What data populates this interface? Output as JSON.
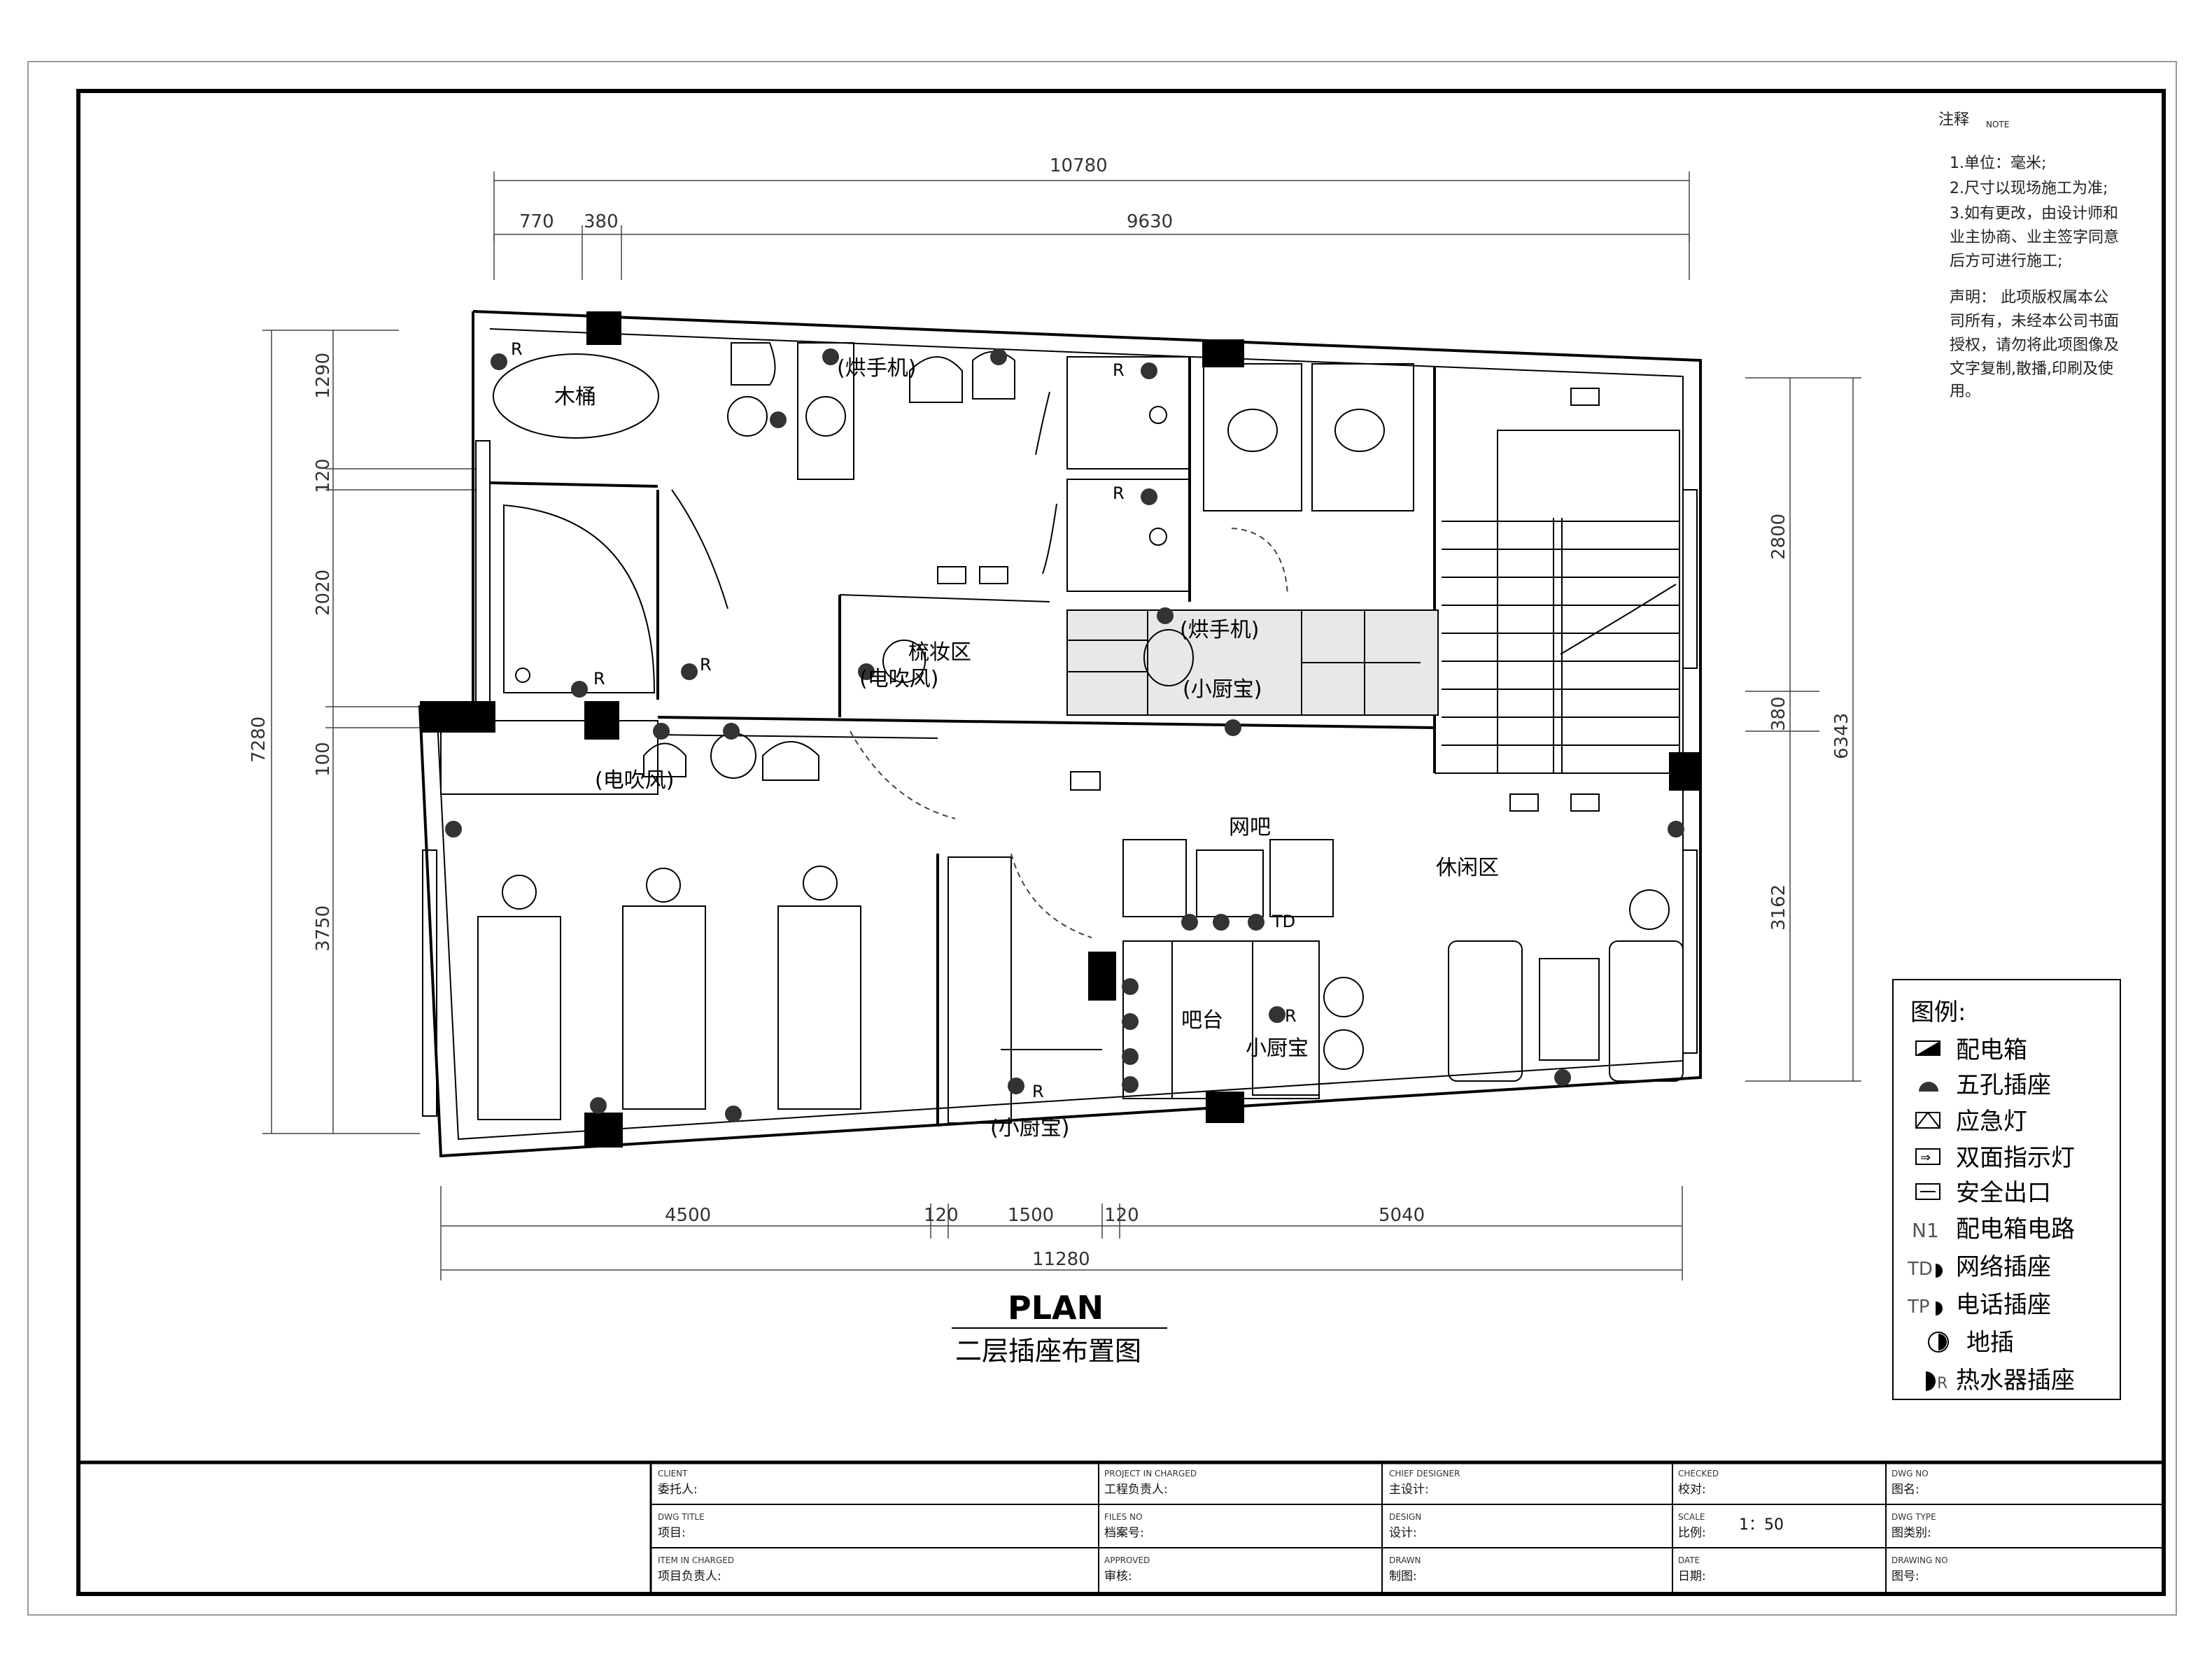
{
  "drawing": {
    "title": "PLAN",
    "subtitle": "二层插座布置图"
  },
  "notes": {
    "header_cn": "注释",
    "header_en": "NOTE",
    "lines": [
      "1.单位：毫米;",
      "2.尺寸以现场施工为准;",
      "3.如有更改，由设计师和",
      "业主协商、业主签字同意",
      "后方可进行施工;"
    ],
    "statement": [
      "声明：  此项版权属本公",
      "司所有，未经本公司书面",
      "授权，请勿将此项图像及",
      "文字复制,散播,印刷及使",
      "用。"
    ]
  },
  "dimensions": {
    "top_total": "10780",
    "top_a": "770",
    "top_b": "380",
    "top_c": "9630",
    "left_1": "1290",
    "left_2": "120",
    "left_3": "2020",
    "left_4": "100",
    "left_5": "3750",
    "left_total": "7280",
    "right_1": "2800",
    "right_2": "380",
    "right_3": "3162",
    "right_total": "6343",
    "bottom_a": "4500",
    "bottom_b": "120",
    "bottom_c": "1500",
    "bottom_d": "120",
    "bottom_e": "5040",
    "bottom_total": "11280"
  },
  "rooms": {
    "bathtub": "木桶",
    "hand_dryer_1": "(烘手机)",
    "hand_dryer_2": "(烘手机)",
    "makeup": "梳妆区",
    "hair_dryer_1": "(电吹风)",
    "hair_dryer_2": "(电吹风)",
    "mini_boiler_1": "(小厨宝)",
    "mini_boiler_2": "(小厨宝)",
    "mini_boiler_3": "小厨宝",
    "internet": "网吧",
    "lounge": "休闲区",
    "bar": "吧台",
    "socket_r": "R",
    "td_mark": "TD"
  },
  "legend": {
    "title": "图例:",
    "items": [
      {
        "symbol": "panel-box-icon",
        "label": "配电箱"
      },
      {
        "symbol": "five-hole-socket-icon",
        "label": "五孔插座"
      },
      {
        "symbol": "emergency-light-icon",
        "label": "应急灯"
      },
      {
        "symbol": "double-sign-light-icon",
        "label": "双面指示灯"
      },
      {
        "symbol": "exit-sign-icon",
        "label": "安全出口"
      },
      {
        "symbol": "N1",
        "label": "配电箱电路"
      },
      {
        "symbol": "TD",
        "label": "网络插座"
      },
      {
        "symbol": "TP",
        "label": "电话插座"
      },
      {
        "symbol": "floor-socket-icon",
        "label": "地插"
      },
      {
        "symbol": "water-heater-socket-icon",
        "label": "热水器插座"
      }
    ]
  },
  "title_block": {
    "rows": [
      [
        {
          "en": "CLIENT",
          "cn": "委托人:"
        },
        {
          "en": "PROJECT IN CHARGED",
          "cn": "工程负责人:"
        },
        {
          "en": "CHIEF DESIGNER",
          "cn": "主设计:"
        },
        {
          "en": "CHECKED",
          "cn": "校对:"
        },
        {
          "en": "DWG NO",
          "cn": "图名:"
        }
      ],
      [
        {
          "en": "DWG TITLE",
          "cn": "项目:"
        },
        {
          "en": "FILES NO",
          "cn": "档案号:"
        },
        {
          "en": "DESIGN",
          "cn": "设计:"
        },
        {
          "en": "SCALE",
          "cn": "比例:"
        },
        {
          "en": "DWG TYPE",
          "cn": "图类别:"
        }
      ],
      [
        {
          "en": "ITEM IN CHARGED",
          "cn": "项目负责人:"
        },
        {
          "en": "APPROVED",
          "cn": "审核:"
        },
        {
          "en": "DRAWN",
          "cn": "制图:"
        },
        {
          "en": "DATE",
          "cn": "日期:"
        },
        {
          "en": "DRAWING NO",
          "cn": "图号:"
        }
      ]
    ],
    "scale_value": "1：50"
  }
}
